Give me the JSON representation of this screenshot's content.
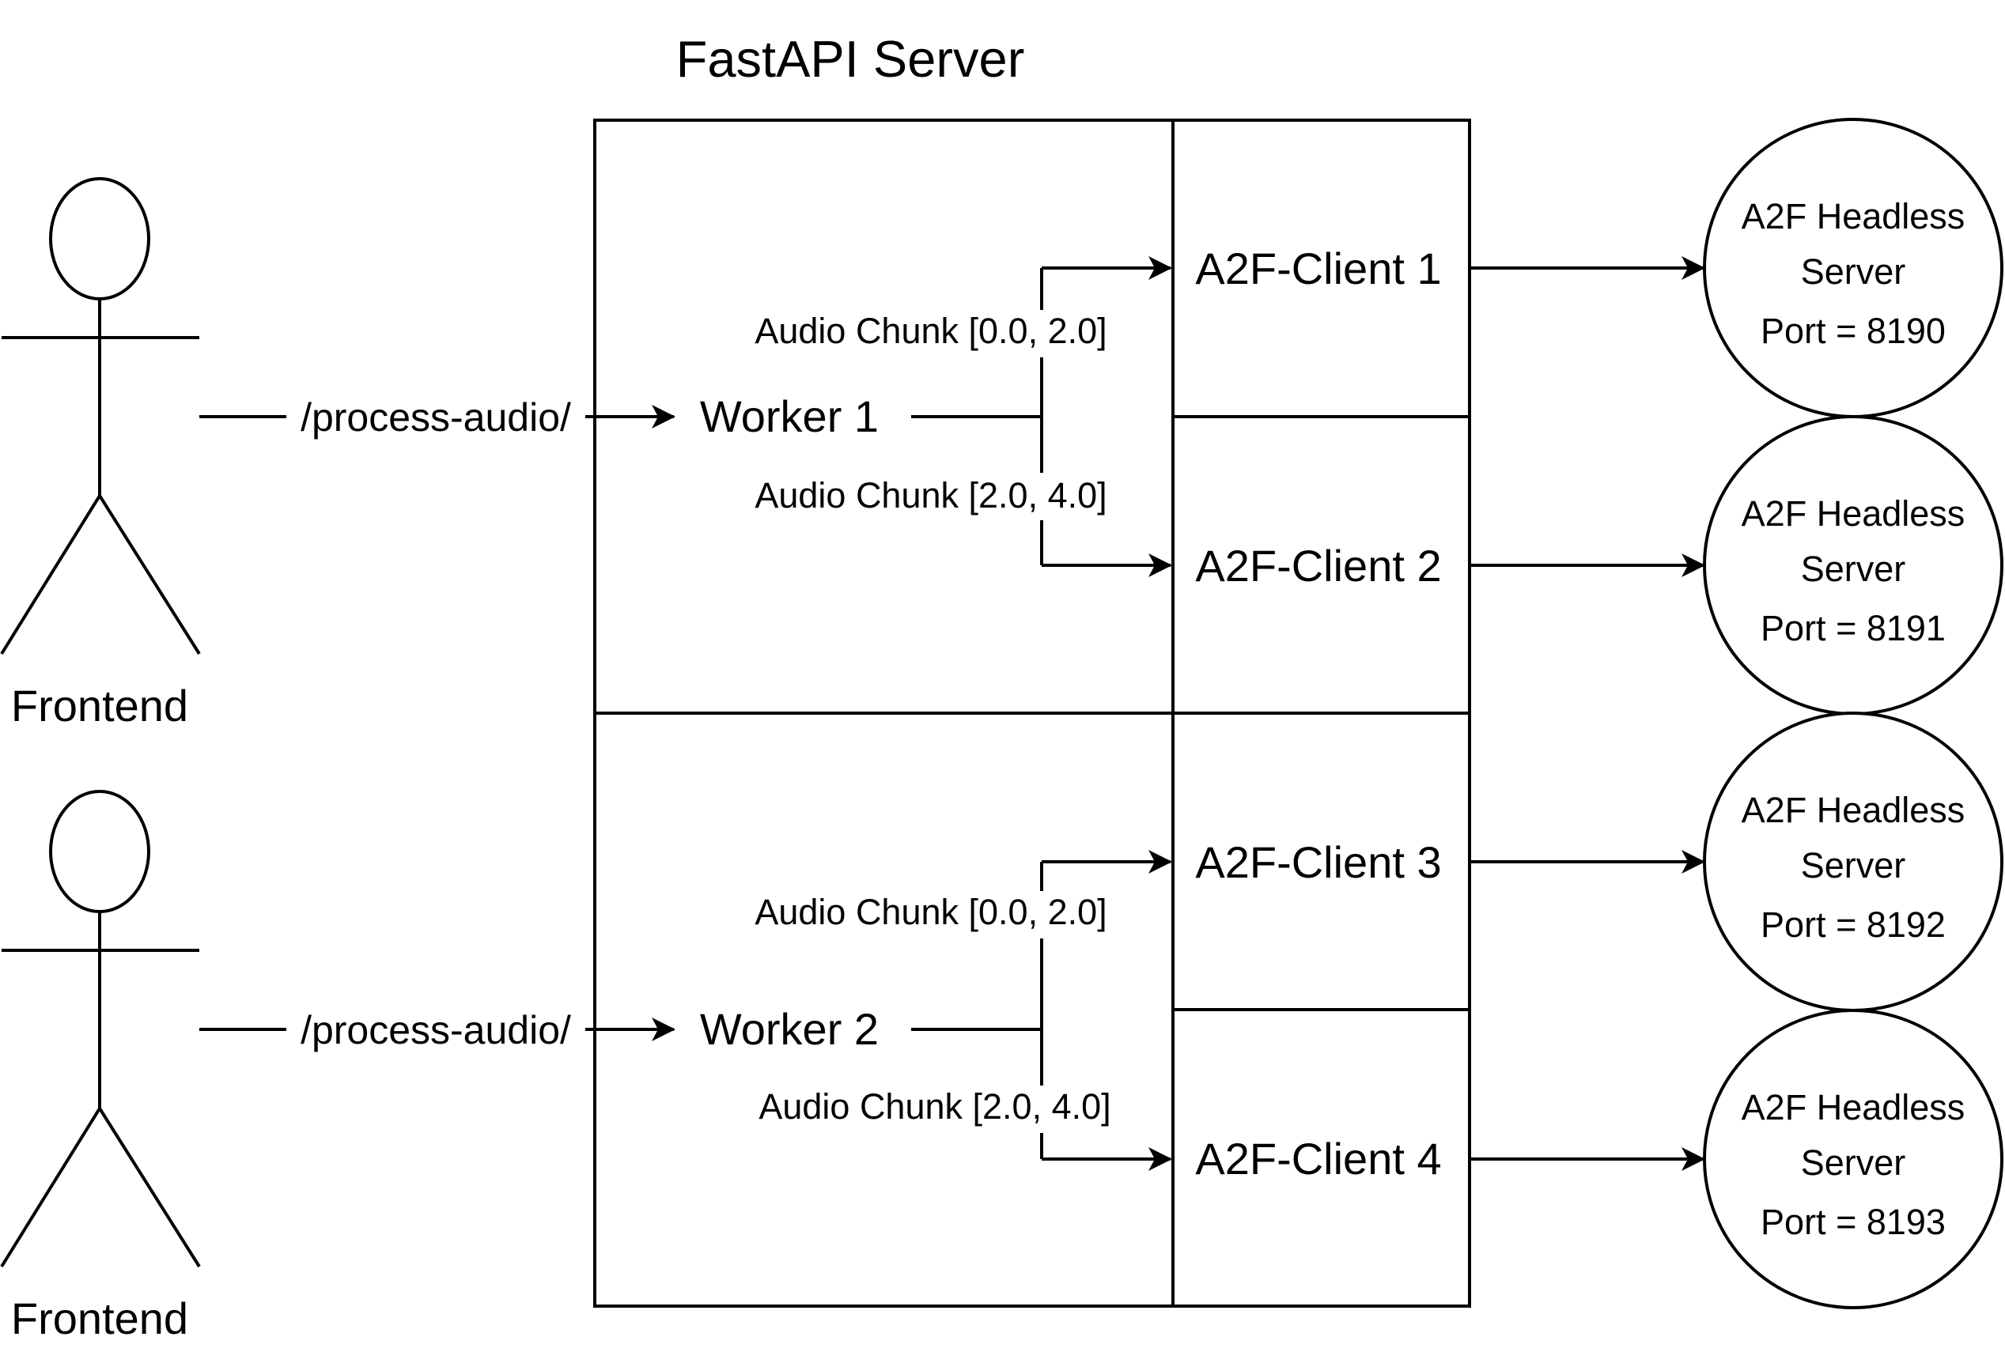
{
  "title": "FastAPI Server",
  "frontends": [
    {
      "label": "Frontend",
      "endpoint": "/process-audio/"
    },
    {
      "label": "Frontend",
      "endpoint": "/process-audio/"
    }
  ],
  "workers": [
    {
      "label": "Worker 1",
      "chunks": [
        "Audio Chunk [0.0, 2.0]",
        "Audio Chunk [2.0, 4.0]"
      ]
    },
    {
      "label": "Worker 2",
      "chunks": [
        "Audio Chunk [0.0, 2.0]",
        "Audio Chunk [2.0, 4.0]"
      ]
    }
  ],
  "clients": [
    {
      "label": "A2F-Client 1"
    },
    {
      "label": "A2F-Client 2"
    },
    {
      "label": "A2F-Client 3"
    },
    {
      "label": "A2F-Client 4"
    }
  ],
  "servers": [
    {
      "line1": "A2F Headless",
      "line2": "Server",
      "line3": "Port = 8190"
    },
    {
      "line1": "A2F Headless",
      "line2": "Server",
      "line3": "Port = 8191"
    },
    {
      "line1": "A2F Headless",
      "line2": "Server",
      "line3": "Port = 8192"
    },
    {
      "line1": "A2F Headless",
      "line2": "Server",
      "line3": "Port = 8193"
    }
  ]
}
